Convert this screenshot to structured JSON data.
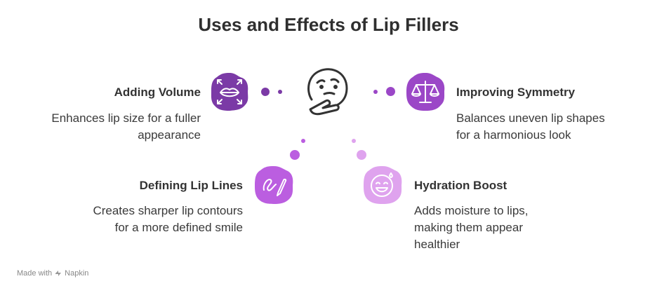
{
  "title": "Uses and Effects of Lip Fillers",
  "items": [
    {
      "heading": "Adding Volume",
      "description_lines": [
        "Enhances lip size for a fuller",
        "appearance"
      ],
      "icon": "lips-expand-icon",
      "color": "#7b3aa6"
    },
    {
      "heading": "Improving Symmetry",
      "description_lines": [
        "Balances uneven lip shapes",
        "for a harmonious look"
      ],
      "icon": "balance-scale-icon",
      "color": "#9b47c7"
    },
    {
      "heading": "Defining Lip Lines",
      "description_lines": [
        "Creates sharper lip contours",
        "for a more defined smile"
      ],
      "icon": "pencil-line-icon",
      "color": "#bb5ee0"
    },
    {
      "heading": "Hydration Boost",
      "description_lines": [
        "Adds moisture to lips,",
        "making them appear",
        "healthier"
      ],
      "icon": "smile-droplet-icon",
      "color": "#dfa3ee"
    }
  ],
  "center_icon": "thinking-face-icon",
  "footer": {
    "prefix": "Made with",
    "brand": "Napkin"
  }
}
